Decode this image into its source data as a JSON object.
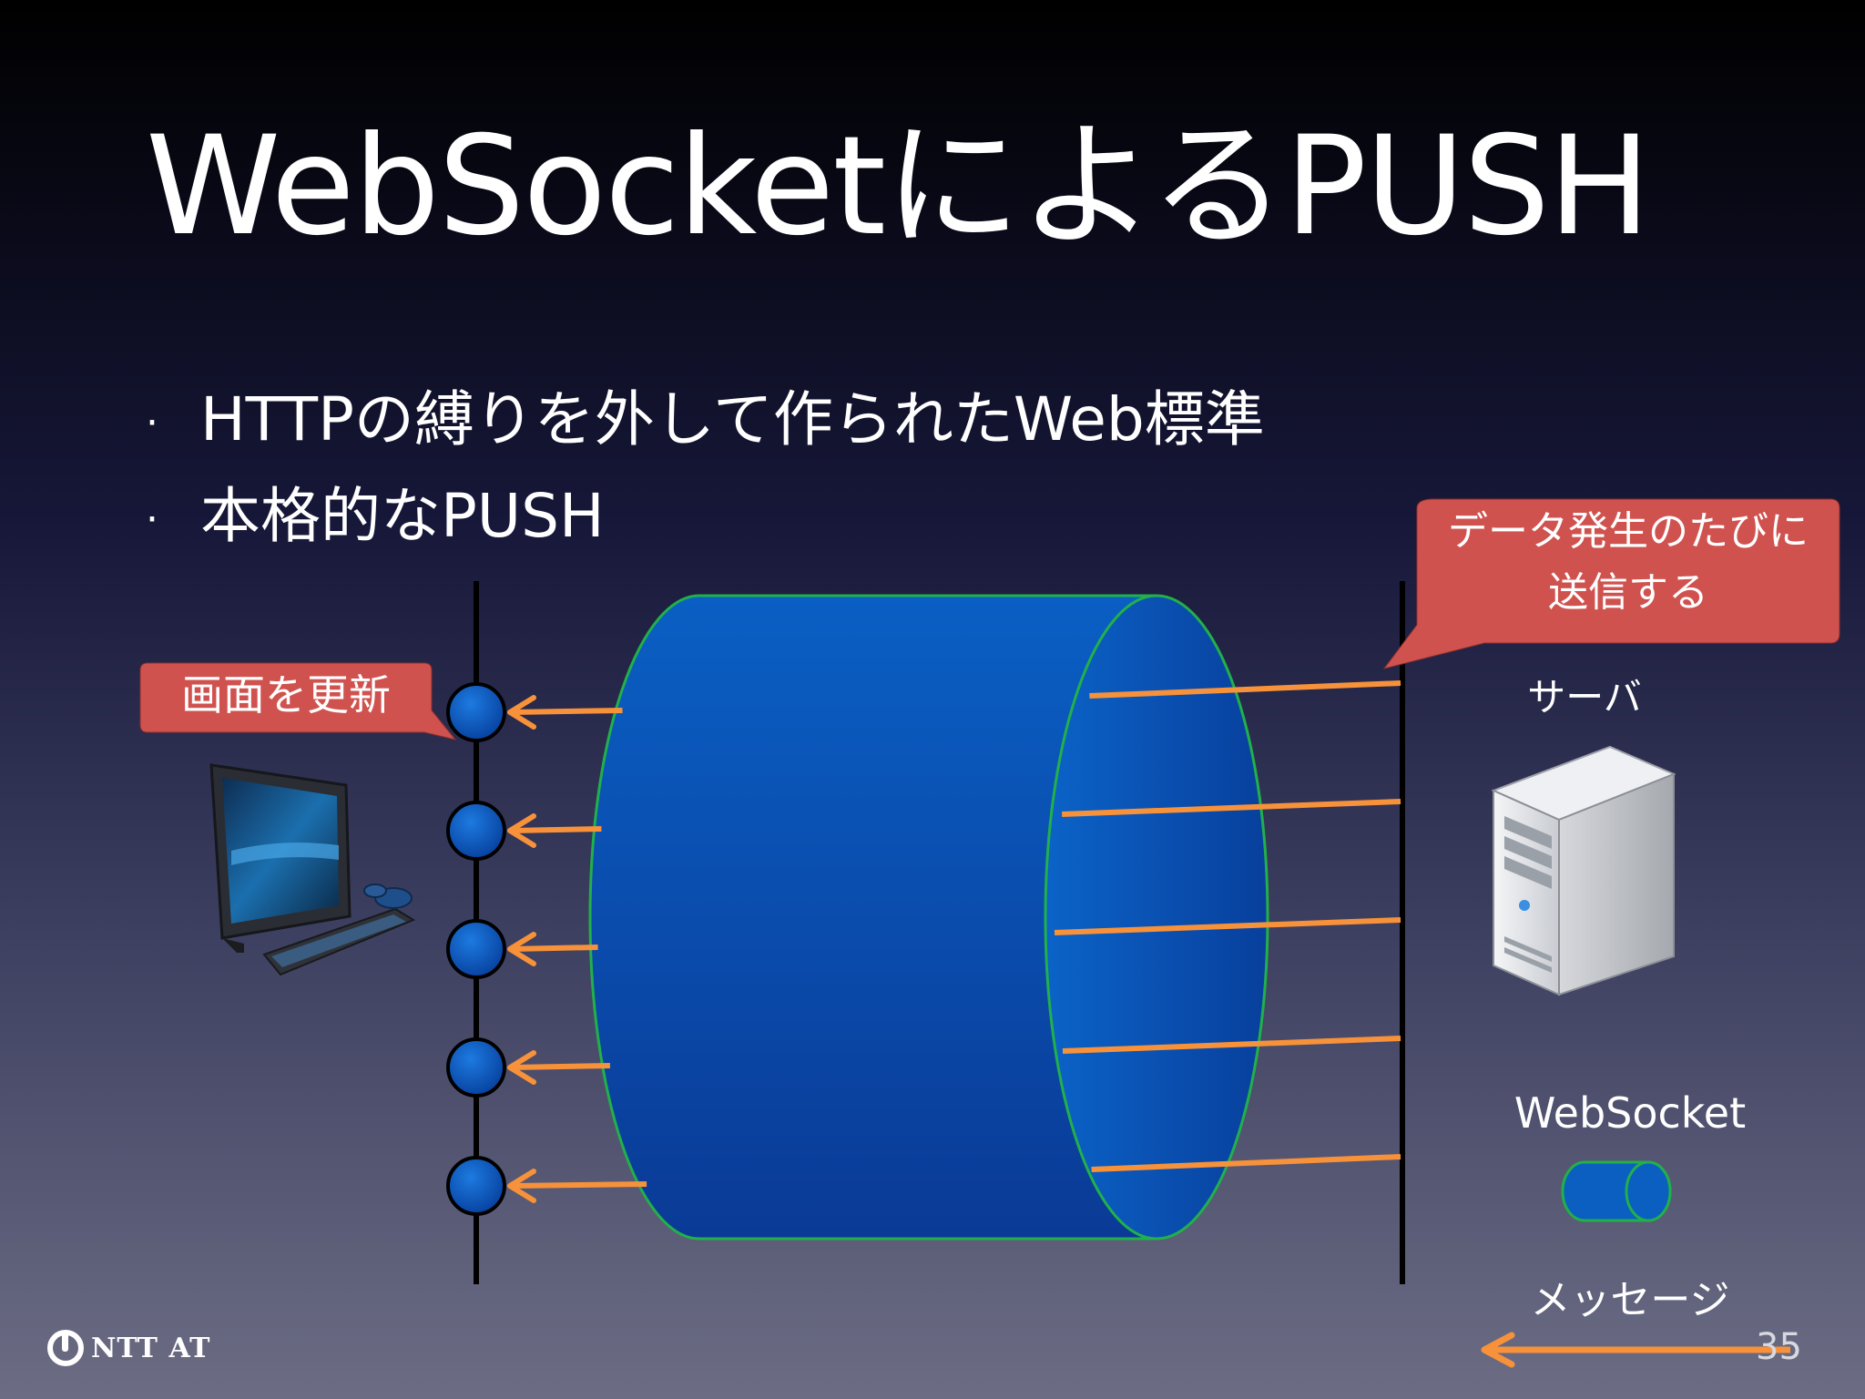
{
  "title": "WebSocketによるPUSH",
  "bullets": [
    {
      "text": "HTTPの縛りを外して作られたWeb標準"
    },
    {
      "text": "本格的なPUSH"
    }
  ],
  "diagram": {
    "callout_client": "画面を更新",
    "callout_server_line1": "データ発生のたびに",
    "callout_server_line2": "送信する",
    "server_label": "サーバ",
    "legend_websocket": "WebSocket",
    "legend_message": "メッセージ",
    "message_count": 5,
    "colors": {
      "tube_fill": "#0b5fc0",
      "tube_stroke": "#21b04b",
      "message_arrow": "#f7923a",
      "node_fill": "#0b5fc0",
      "callout_fill": "#d0524f",
      "timeline": "#000000"
    },
    "icons": {
      "client": "desktop-computer-icon",
      "server": "server-tower-icon"
    }
  },
  "footer": {
    "logo_text": "NTT AT",
    "page_number": "35"
  }
}
